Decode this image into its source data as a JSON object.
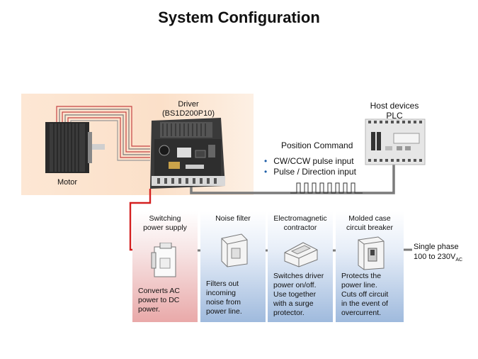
{
  "title": "System Configuration",
  "motor_label": "Motor",
  "driver": {
    "line1": "Driver",
    "line2": "(BS1D200P10)"
  },
  "host": {
    "line1": "Host devices",
    "line2": "PLC"
  },
  "position_command": {
    "heading": "Position Command",
    "items": [
      "CW/CCW pulse input",
      "Pulse / Direction input"
    ]
  },
  "panels": [
    {
      "name": "switching-power-supply",
      "title": [
        "Switching",
        "power supply"
      ],
      "desc": [
        "Converts AC",
        "power to DC",
        "power."
      ]
    },
    {
      "name": "noise-filter",
      "title": [
        "Noise filter"
      ],
      "desc": [
        "Filters out",
        "incoming",
        "noise from",
        "power line."
      ]
    },
    {
      "name": "electromagnetic-contractor",
      "title": [
        "Electromagnetic",
        "contractor"
      ],
      "desc": [
        "Switches driver",
        "power on/off.",
        "Use together",
        "with a surge",
        "protector."
      ]
    },
    {
      "name": "molded-case-circuit-breaker",
      "title": [
        "Molded case",
        "circuit breaker"
      ],
      "desc": [
        "Protects the",
        "power line.",
        "Cuts off circuit",
        "in the event of",
        "overcurrent."
      ]
    }
  ],
  "supply": {
    "line1": "Single phase",
    "line2_main": "100 to 230V",
    "line2_sub": "AC"
  },
  "colors": {
    "panel_pink": "#e9a9a9",
    "panel_blue": "#9fbadd",
    "cable_red": "#d42020",
    "cable_gray": "#7b7b7b"
  }
}
